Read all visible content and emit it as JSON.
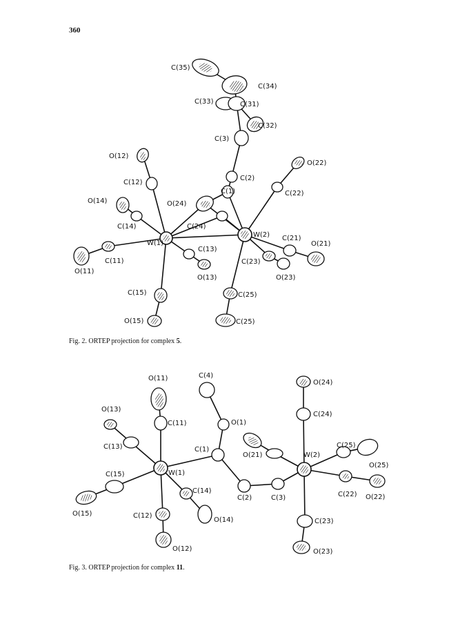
{
  "page_number": "360",
  "figures": [
    {
      "caption_label": "Fig. 2.",
      "caption_text": "ORTEP projection for complex",
      "caption_complex": "5",
      "caption_end": ".",
      "atom_labels": [
        "C(35)",
        "C(34)",
        "C(33)",
        "C(31)",
        "C(32)",
        "C(3)",
        "O(12)",
        "O(22)",
        "C(2)",
        "C(12)",
        "C(1)",
        "C(22)",
        "O(14)",
        "O(24)",
        "C(14)",
        "C(24)",
        "W(2)",
        "W(1)",
        "C(13)",
        "C(21)",
        "O(21)",
        "C(11)",
        "C(23)",
        "O(11)",
        "O(13)",
        "O(23)",
        "C(15)",
        "C(25)",
        "O(15)",
        "C(25)"
      ]
    },
    {
      "caption_label": "Fig. 3.",
      "caption_text": "ORTEP projection for complex",
      "caption_complex": "11",
      "caption_end": ".",
      "atom_labels": [
        "O(11)",
        "C(4)",
        "O(24)",
        "O(13)",
        "C(11)",
        "O(1)",
        "C(24)",
        "C(13)",
        "C(1)",
        "C(25)",
        "O(21)",
        "W(2)",
        "O(25)",
        "C(15)",
        "W(1)",
        "C(14)",
        "C(2)",
        "C(3)",
        "C(22)",
        "O(22)",
        "O(15)",
        "O(14)",
        "C(12)",
        "C(23)",
        "O(12)",
        "O(23)"
      ]
    }
  ]
}
